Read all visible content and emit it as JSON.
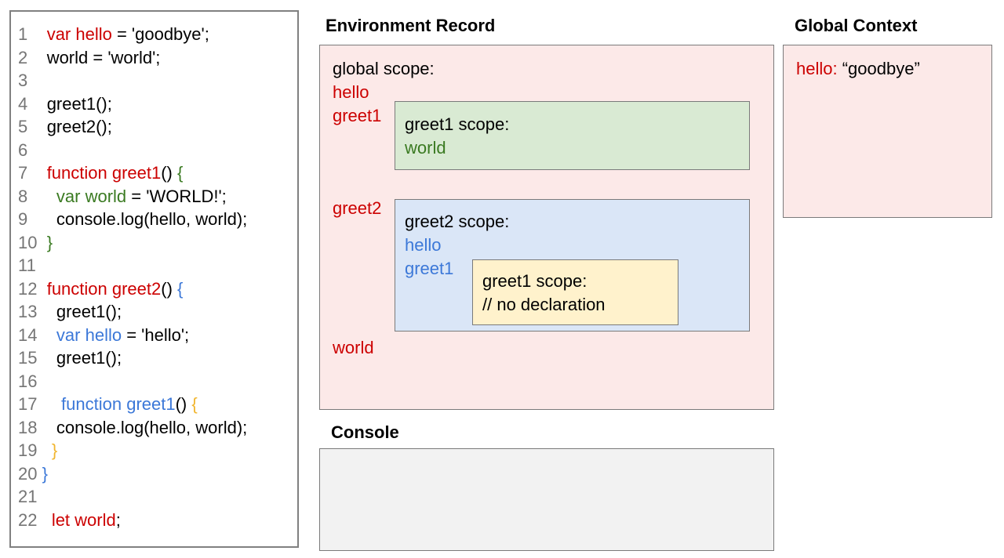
{
  "colors": {
    "code_red": "#cc0000",
    "code_green": "#3a7a21",
    "code_blue": "#3c78d8",
    "code_gold": "#f1b52e",
    "line_number_gray": "#757575",
    "pink_bg": "#fce9e8",
    "green_bg": "#d9ead3",
    "blue_bg": "#dae6f7",
    "yellow_bg": "#fff2cc",
    "console_bg": "#f2f2f2",
    "border_gray": "#7a7a7a"
  },
  "code_panel": {
    "lines": [
      {
        "segments": [
          {
            "c": "num",
            "t": "1    "
          },
          {
            "c": "red",
            "t": "var hello"
          },
          {
            "c": "black",
            "t": " = 'goodbye';"
          }
        ]
      },
      {
        "segments": [
          {
            "c": "num",
            "t": "2    "
          },
          {
            "c": "black",
            "t": "world = 'world';"
          }
        ]
      },
      {
        "segments": [
          {
            "c": "num",
            "t": "3"
          }
        ]
      },
      {
        "segments": [
          {
            "c": "num",
            "t": "4    "
          },
          {
            "c": "black",
            "t": "greet1();"
          }
        ]
      },
      {
        "segments": [
          {
            "c": "num",
            "t": "5    "
          },
          {
            "c": "black",
            "t": "greet2();"
          }
        ]
      },
      {
        "segments": [
          {
            "c": "num",
            "t": "6"
          }
        ]
      },
      {
        "segments": [
          {
            "c": "num",
            "t": "7    "
          },
          {
            "c": "red",
            "t": "function greet1"
          },
          {
            "c": "black",
            "t": "() "
          },
          {
            "c": "green",
            "t": "{"
          }
        ]
      },
      {
        "segments": [
          {
            "c": "num",
            "t": "8    "
          },
          {
            "c": "green",
            "t": "  var world"
          },
          {
            "c": "black",
            "t": " = 'WORLD!';"
          }
        ]
      },
      {
        "segments": [
          {
            "c": "num",
            "t": "9    "
          },
          {
            "c": "black",
            "t": "  console.log(hello, world);"
          }
        ]
      },
      {
        "segments": [
          {
            "c": "num",
            "t": "10  "
          },
          {
            "c": "green",
            "t": "}"
          }
        ]
      },
      {
        "segments": [
          {
            "c": "num",
            "t": "11"
          }
        ]
      },
      {
        "segments": [
          {
            "c": "num",
            "t": "12  "
          },
          {
            "c": "red",
            "t": "function greet2"
          },
          {
            "c": "black",
            "t": "() "
          },
          {
            "c": "blue",
            "t": "{"
          }
        ]
      },
      {
        "segments": [
          {
            "c": "num",
            "t": "13  "
          },
          {
            "c": "black",
            "t": "  greet1();"
          }
        ]
      },
      {
        "segments": [
          {
            "c": "num",
            "t": "14  "
          },
          {
            "c": "blue",
            "t": "  var hello"
          },
          {
            "c": "black",
            "t": " = 'hello';"
          }
        ]
      },
      {
        "segments": [
          {
            "c": "num",
            "t": "15  "
          },
          {
            "c": "black",
            "t": "  greet1();"
          }
        ]
      },
      {
        "segments": [
          {
            "c": "num",
            "t": "16"
          }
        ]
      },
      {
        "segments": [
          {
            "c": "num",
            "t": "17  "
          },
          {
            "c": "blue",
            "t": "   function greet1"
          },
          {
            "c": "black",
            "t": "() "
          },
          {
            "c": "gold",
            "t": "{"
          }
        ]
      },
      {
        "segments": [
          {
            "c": "num",
            "t": "18  "
          },
          {
            "c": "black",
            "t": "  console.log(hello, world);"
          }
        ]
      },
      {
        "segments": [
          {
            "c": "num",
            "t": "19  "
          },
          {
            "c": "gold",
            "t": " }"
          }
        ]
      },
      {
        "segments": [
          {
            "c": "num",
            "t": "20 "
          },
          {
            "c": "blue",
            "t": "}"
          }
        ]
      },
      {
        "segments": [
          {
            "c": "num",
            "t": "21"
          }
        ]
      },
      {
        "segments": [
          {
            "c": "num",
            "t": "22   "
          },
          {
            "c": "red",
            "t": "let world"
          },
          {
            "c": "black",
            "t": ";"
          }
        ]
      }
    ]
  },
  "environment_record": {
    "title": "Environment Record",
    "global_scope": {
      "heading": "global scope:",
      "vars": {
        "hello": "hello",
        "greet1": "greet1",
        "greet2": "greet2",
        "world": "world"
      }
    },
    "greet1_scope": {
      "heading": "greet1 scope:",
      "var_world": "world"
    },
    "greet2_scope": {
      "heading": "greet2 scope:",
      "var_hello": "hello",
      "var_greet1": "greet1"
    },
    "inner_greet1_scope": {
      "heading": "greet1 scope:",
      "comment": "// no declaration"
    }
  },
  "global_context": {
    "title": "Global Context",
    "entry_key": "hello:",
    "entry_value": "“goodbye”"
  },
  "console_panel": {
    "title": "Console"
  }
}
